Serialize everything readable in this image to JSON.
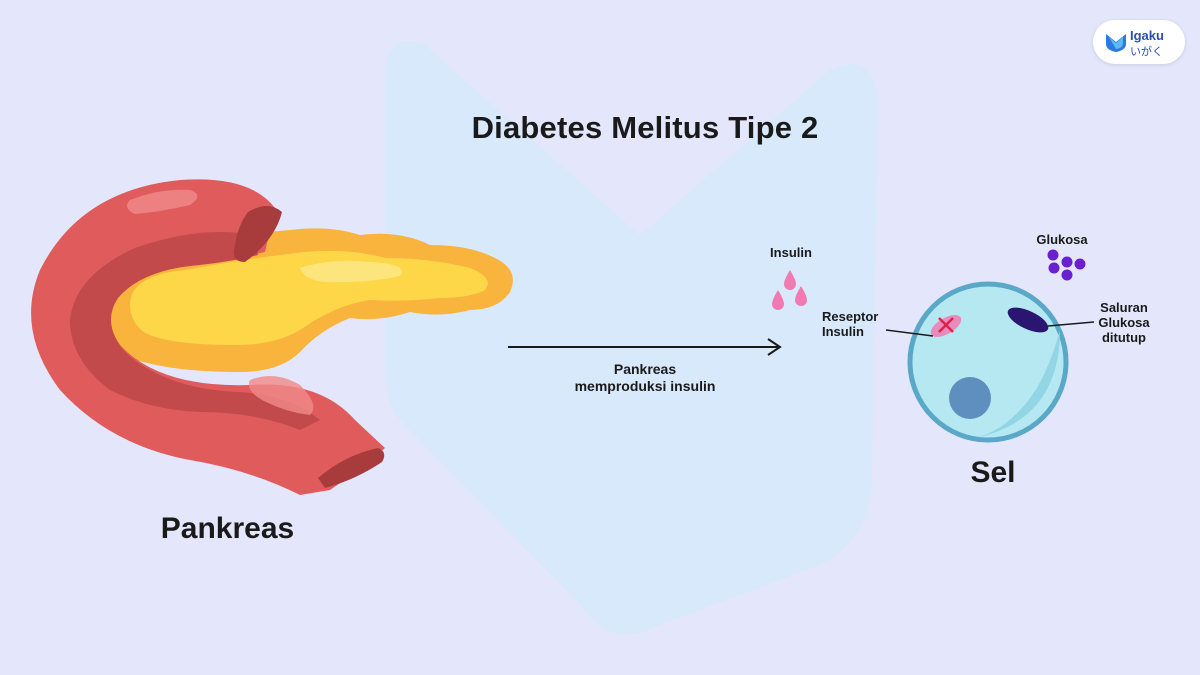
{
  "title": "Diabetes Melitus Tipe 2",
  "labels": {
    "pankreas": "Pankreas",
    "sel": "Sel",
    "insulin": "Insulin",
    "glukosa": "Glukosa",
    "reseptor": [
      "Reseptor",
      "Insulin"
    ],
    "saluran": [
      "Saluran",
      "Glukosa",
      "ditutup"
    ],
    "arrow_caption": [
      "Pankreas",
      "memproduksi insulin"
    ]
  },
  "logo": {
    "name": "Igaku",
    "kana": "いがく"
  },
  "colors": {
    "background": "#e4e7fb",
    "watermark": "#d6e9fb",
    "pancreas_red": "#e05b5b",
    "pancreas_dark_red": "#c24a4a",
    "pancreas_orange": "#f9b43d",
    "pancreas_yellow": "#fdd748",
    "insulin_pink": "#f07ab1",
    "glucose_purple": "#6a1fd0",
    "cell_fill": "#b6e8f2",
    "cell_border": "#5aa8c8",
    "nucleus": "#5f8fbf",
    "channel_dark": "#2a1570",
    "brand_blue": "#2a4fb0"
  },
  "icons": [
    "arrow-right-icon",
    "insulin-drop-icon",
    "glucose-dot-icon",
    "blocked-x-icon",
    "logo-mark-icon"
  ]
}
